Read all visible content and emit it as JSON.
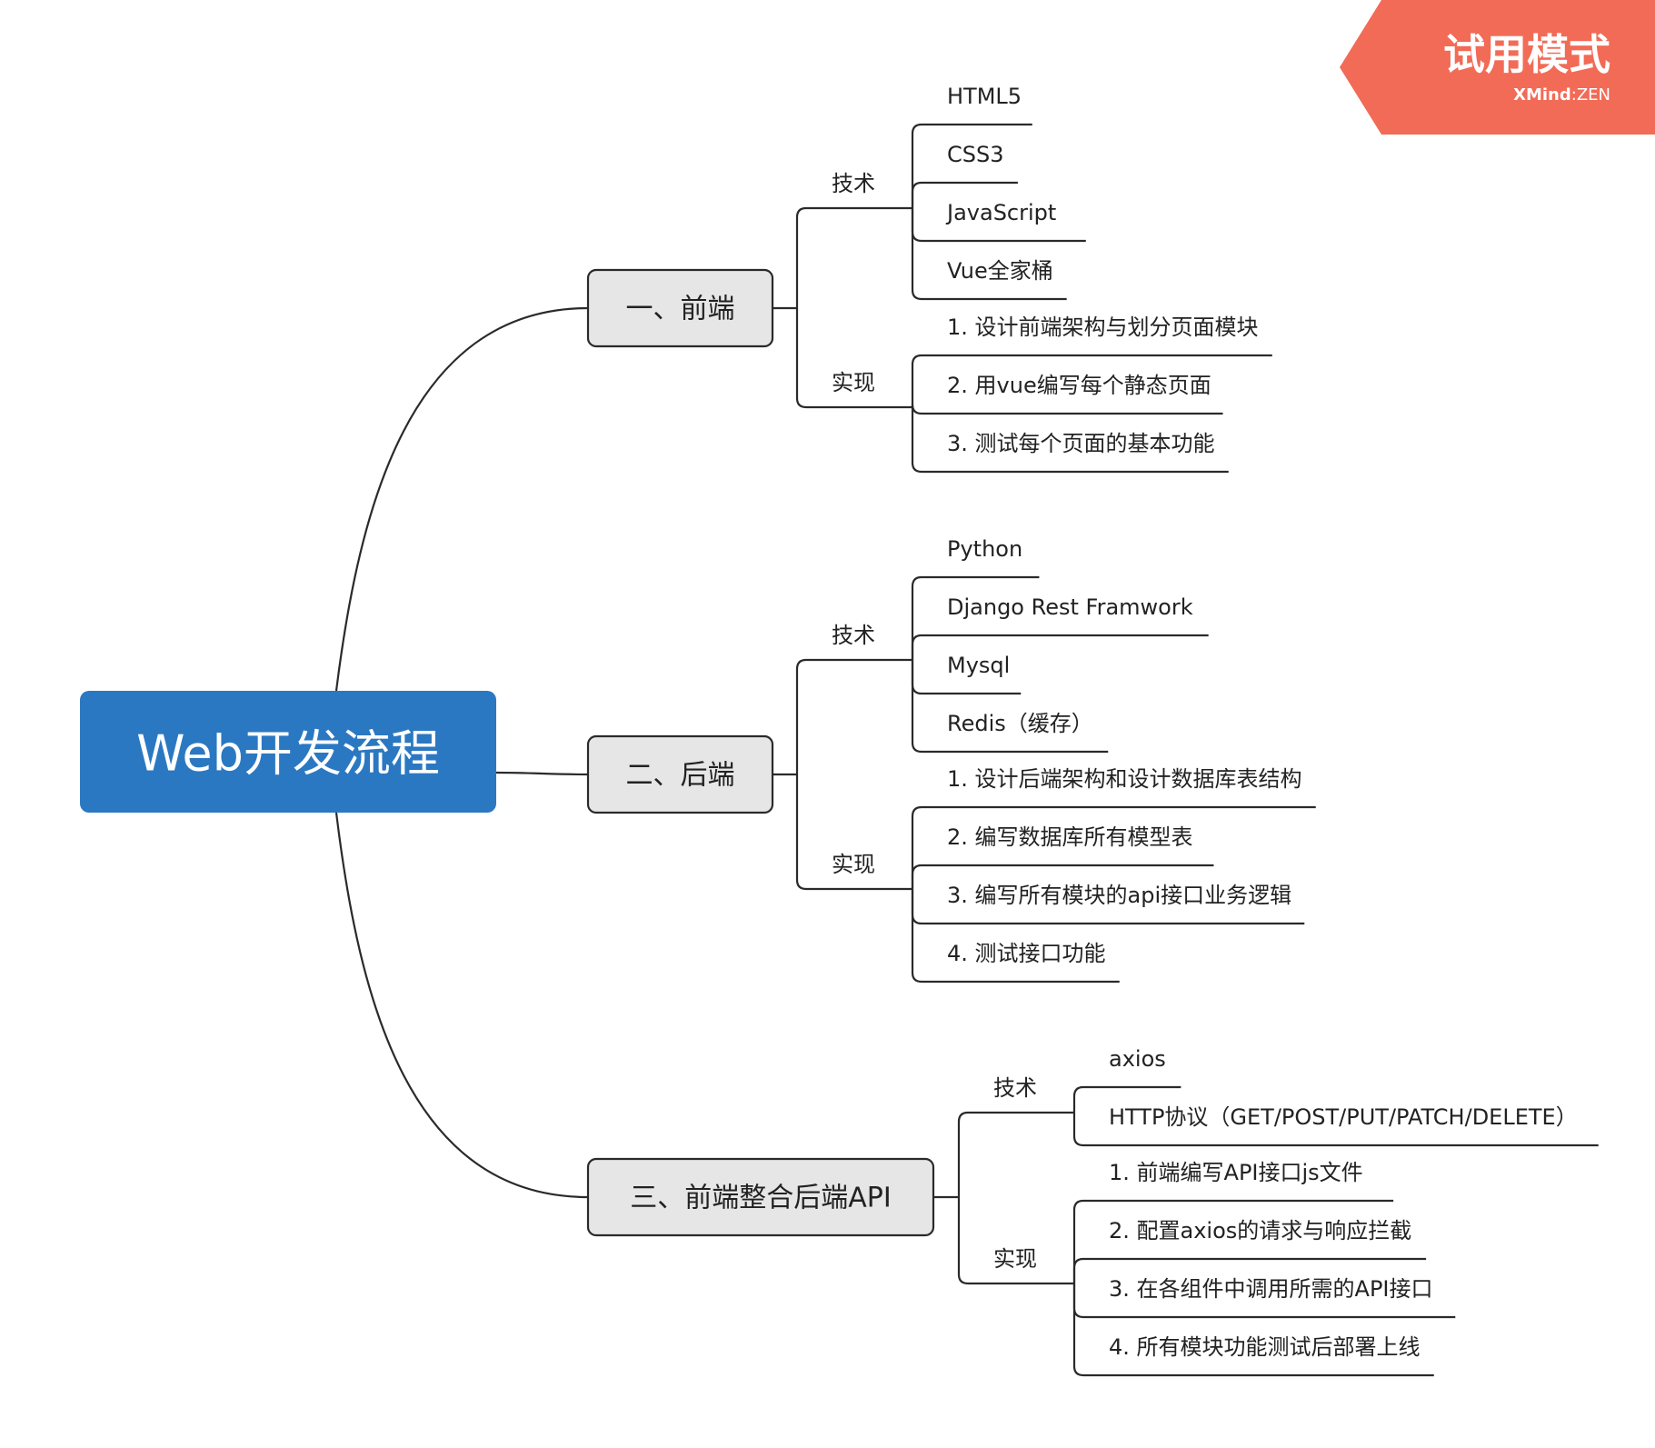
{
  "watermark": {
    "title": "试用模式",
    "brand": "XMind",
    "brand_sep": ":",
    "brand_suffix": "ZEN",
    "color": "#F26B57"
  },
  "colors": {
    "root_fill": "#2B78C2",
    "branch_fill": "#E6E6E6",
    "branch_border": "#2A2A2A",
    "line": "#2A2A2A"
  },
  "root": {
    "label": "Web开发流程"
  },
  "branches": [
    {
      "label": "一、前端",
      "groups": [
        {
          "label": "技术",
          "items": [
            "HTML5",
            "CSS3",
            "JavaScript",
            "Vue全家桶"
          ]
        },
        {
          "label": "实现",
          "items": [
            "1. 设计前端架构与划分页面模块",
            "2. 用vue编写每个静态页面",
            "3. 测试每个页面的基本功能"
          ]
        }
      ]
    },
    {
      "label": "二、后端",
      "groups": [
        {
          "label": "技术",
          "items": [
            "Python",
            "Django Rest Framwork",
            "Mysql",
            "Redis（缓存）"
          ]
        },
        {
          "label": "实现",
          "items": [
            "1. 设计后端架构和设计数据库表结构",
            "2.  编写数据库所有模型表",
            "3. 编写所有模块的api接口业务逻辑",
            "4. 测试接口功能"
          ]
        }
      ]
    },
    {
      "label": "三、前端整合后端API",
      "groups": [
        {
          "label": "技术",
          "items": [
            "axios",
            "HTTP协议（GET/POST/PUT/PATCH/DELETE）"
          ]
        },
        {
          "label": "实现",
          "items": [
            "1. 前端编写API接口js文件",
            "2. 配置axios的请求与响应拦截",
            "3. 在各组件中调用所需的API接口",
            "4. 所有模块功能测试后部署上线"
          ]
        }
      ]
    }
  ]
}
